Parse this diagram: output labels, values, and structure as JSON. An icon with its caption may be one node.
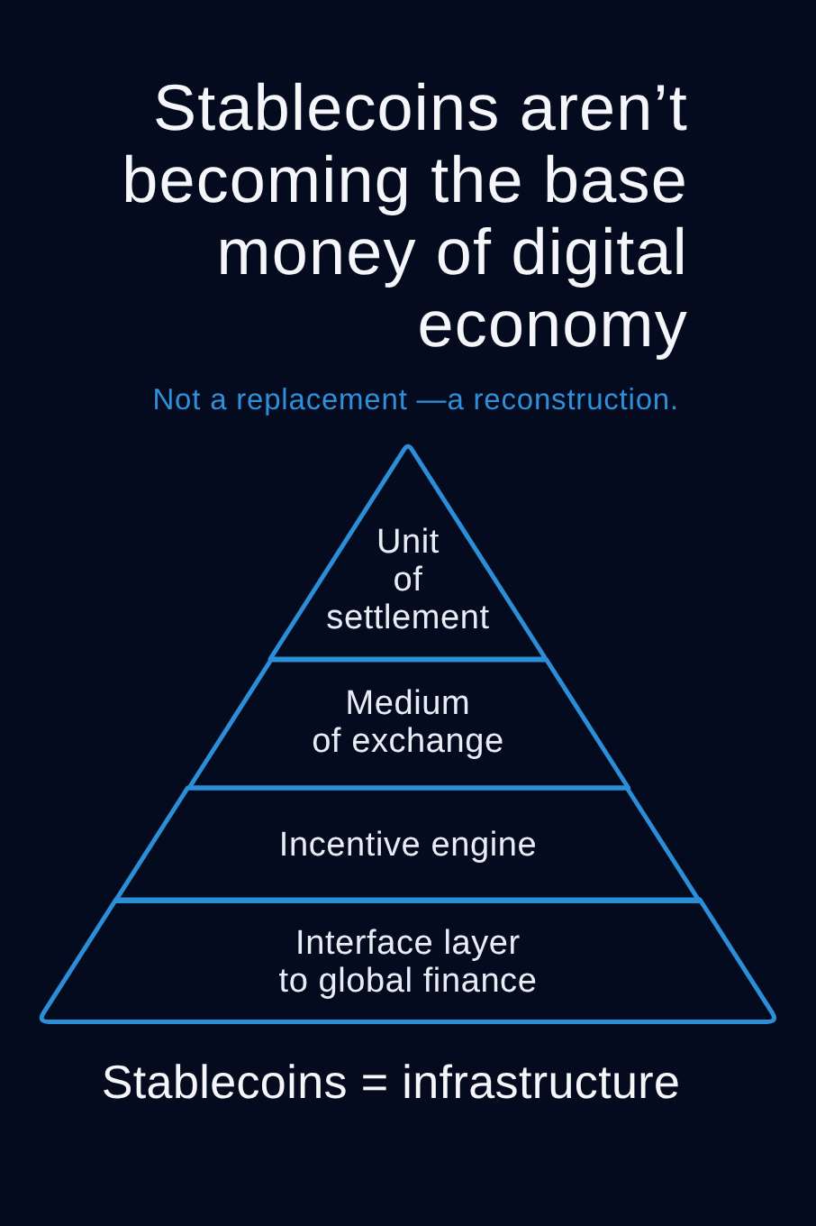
{
  "diagram": {
    "title": "Stablecoins aren’t becoming the base money of digital economy",
    "nodes": [
      {
        "text": [
          "Unit of settlement"
        ]
      },
      {
        "text": [
          "Medium of exchange"
        ]
      },
      {
        "text": [
          "Incentive engine"
        ]
      },
      {
        "text": [
          "Interface layer to global finance"
        ]
      }
    ],
    "labels": [
      "Not a replacement —a reconstruction."
    ],
    "caption": "Stablecoins = infrastructure"
  }
}
